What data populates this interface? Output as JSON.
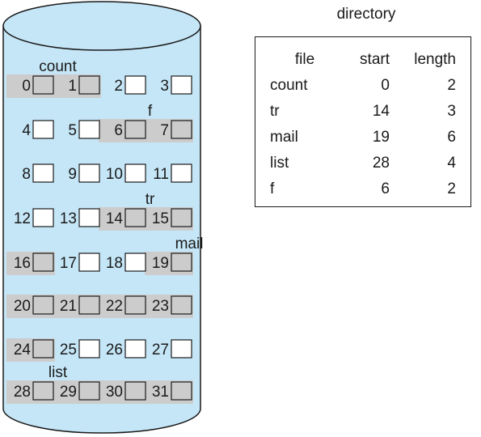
{
  "disk": {
    "blocks": [
      0,
      1,
      2,
      3,
      4,
      5,
      6,
      7,
      8,
      9,
      10,
      11,
      12,
      13,
      14,
      15,
      16,
      17,
      18,
      19,
      20,
      21,
      22,
      23,
      24,
      25,
      26,
      27,
      28,
      29,
      30,
      31
    ],
    "files": [
      {
        "name": "count",
        "start": 0,
        "length": 2
      },
      {
        "name": "tr",
        "start": 14,
        "length": 3
      },
      {
        "name": "mail",
        "start": 19,
        "length": 6
      },
      {
        "name": "list",
        "start": 28,
        "length": 4
      },
      {
        "name": "f",
        "start": 6,
        "length": 2
      }
    ],
    "colors": {
      "disk_fill": "#c5e6f7",
      "highlight": "#cccccc",
      "box_fill": "#ffffff",
      "stroke": "#1a1a1a"
    }
  },
  "directory": {
    "title": "directory",
    "headers": {
      "file": "file",
      "start": "start",
      "length": "length"
    },
    "rows": [
      {
        "file": "count",
        "start": "0",
        "length": "2"
      },
      {
        "file": "tr",
        "start": "14",
        "length": "3"
      },
      {
        "file": "mail",
        "start": "19",
        "length": "6"
      },
      {
        "file": "list",
        "start": "28",
        "length": "4"
      },
      {
        "file": "f",
        "start": "6",
        "length": "2"
      }
    ]
  }
}
